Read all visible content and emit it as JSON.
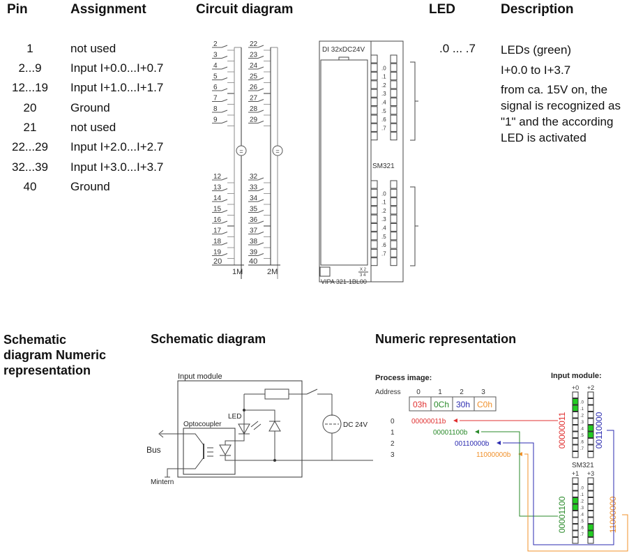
{
  "headers": {
    "pin": "Pin",
    "assignment": "Assignment",
    "circuit": "Circuit diagram",
    "led": "LED",
    "description": "Description"
  },
  "pin_table": [
    {
      "pin": "1",
      "assignment": "not used"
    },
    {
      "pin": "2...9",
      "assignment": "Input I+0.0...I+0.7"
    },
    {
      "pin": "12...19",
      "assignment": "Input I+1.0...I+1.7"
    },
    {
      "pin": "20",
      "assignment": "Ground"
    },
    {
      "pin": "21",
      "assignment": "not used"
    },
    {
      "pin": "22...29",
      "assignment": "Input I+2.0...I+2.7"
    },
    {
      "pin": "32...39",
      "assignment": "Input I+3.0...I+3.7"
    },
    {
      "pin": "40",
      "assignment": "Ground"
    }
  ],
  "led_section": {
    "range": ".0 ... .7",
    "title": "LEDs (green)",
    "subtitle": "I+0.0 to I+3.7",
    "text": "from ca. 15V on, the signal is recognized as \"1\" and the according LED is activated"
  },
  "circuit": {
    "left_pins_top": [
      "2",
      "3",
      "4",
      "5",
      "6",
      "7",
      "8",
      "9"
    ],
    "right_pins_top": [
      "22",
      "23",
      "24",
      "25",
      "26",
      "27",
      "28",
      "29"
    ],
    "left_pins_bottom": [
      "12",
      "13",
      "14",
      "15",
      "16",
      "17",
      "18",
      "19"
    ],
    "right_pins_bottom": [
      "32",
      "33",
      "34",
      "35",
      "36",
      "37",
      "38",
      "39"
    ],
    "left_ground": "20",
    "right_ground": "40",
    "left_bus": "1M",
    "right_bus": "2M",
    "dc_symbol": "="
  },
  "module": {
    "label": "DI 32xDC24V",
    "name": "SM321",
    "part": "VIPA 321-1BL00",
    "bit_labels": [
      ".0",
      ".1",
      ".2",
      ".3",
      ".4",
      ".5",
      ".6",
      ".7"
    ],
    "fraction_top": "X 2",
    "fraction_bottom": "3 4"
  },
  "bottom_headers": {
    "left": "Schematic diagram Numeric representation",
    "schematic": "Schematic diagram",
    "numeric": "Numeric representation"
  },
  "schematic": {
    "input_module": "Input module",
    "optocoupler": "Optocoupler",
    "led": "LED",
    "bus": "Bus",
    "mintern": "Mintern",
    "dc": "DC 24V"
  },
  "numeric": {
    "process_image": "Process image:",
    "address_label": "Address",
    "input_module": "Input module:",
    "sm_label": "SM321",
    "bit_labels": [
      ".0",
      ".1",
      ".2",
      ".3",
      ".4",
      ".5",
      ".6",
      ".7"
    ],
    "bytes": [
      {
        "address": "0",
        "hex": "03h",
        "binary": "00000011b",
        "bits": "00000011",
        "offset": "+0",
        "color": "#e03030",
        "leds_on": [
          0,
          1
        ]
      },
      {
        "address": "1",
        "hex": "0Ch",
        "binary": "00001100b",
        "bits": "00001100",
        "offset": "+1",
        "color": "#2a8a2a",
        "leds_on": [
          2,
          3
        ]
      },
      {
        "address": "2",
        "hex": "30h",
        "binary": "00110000b",
        "bits": "00110000",
        "offset": "+2",
        "color": "#2b2bb0",
        "leds_on": [
          4,
          5
        ]
      },
      {
        "address": "3",
        "hex": "C0h",
        "binary": "11000000b",
        "bits": "11000000",
        "offset": "+3",
        "color": "#f0902a",
        "leds_on": [
          6,
          7
        ]
      }
    ],
    "led_on_color": "#22cc22"
  }
}
